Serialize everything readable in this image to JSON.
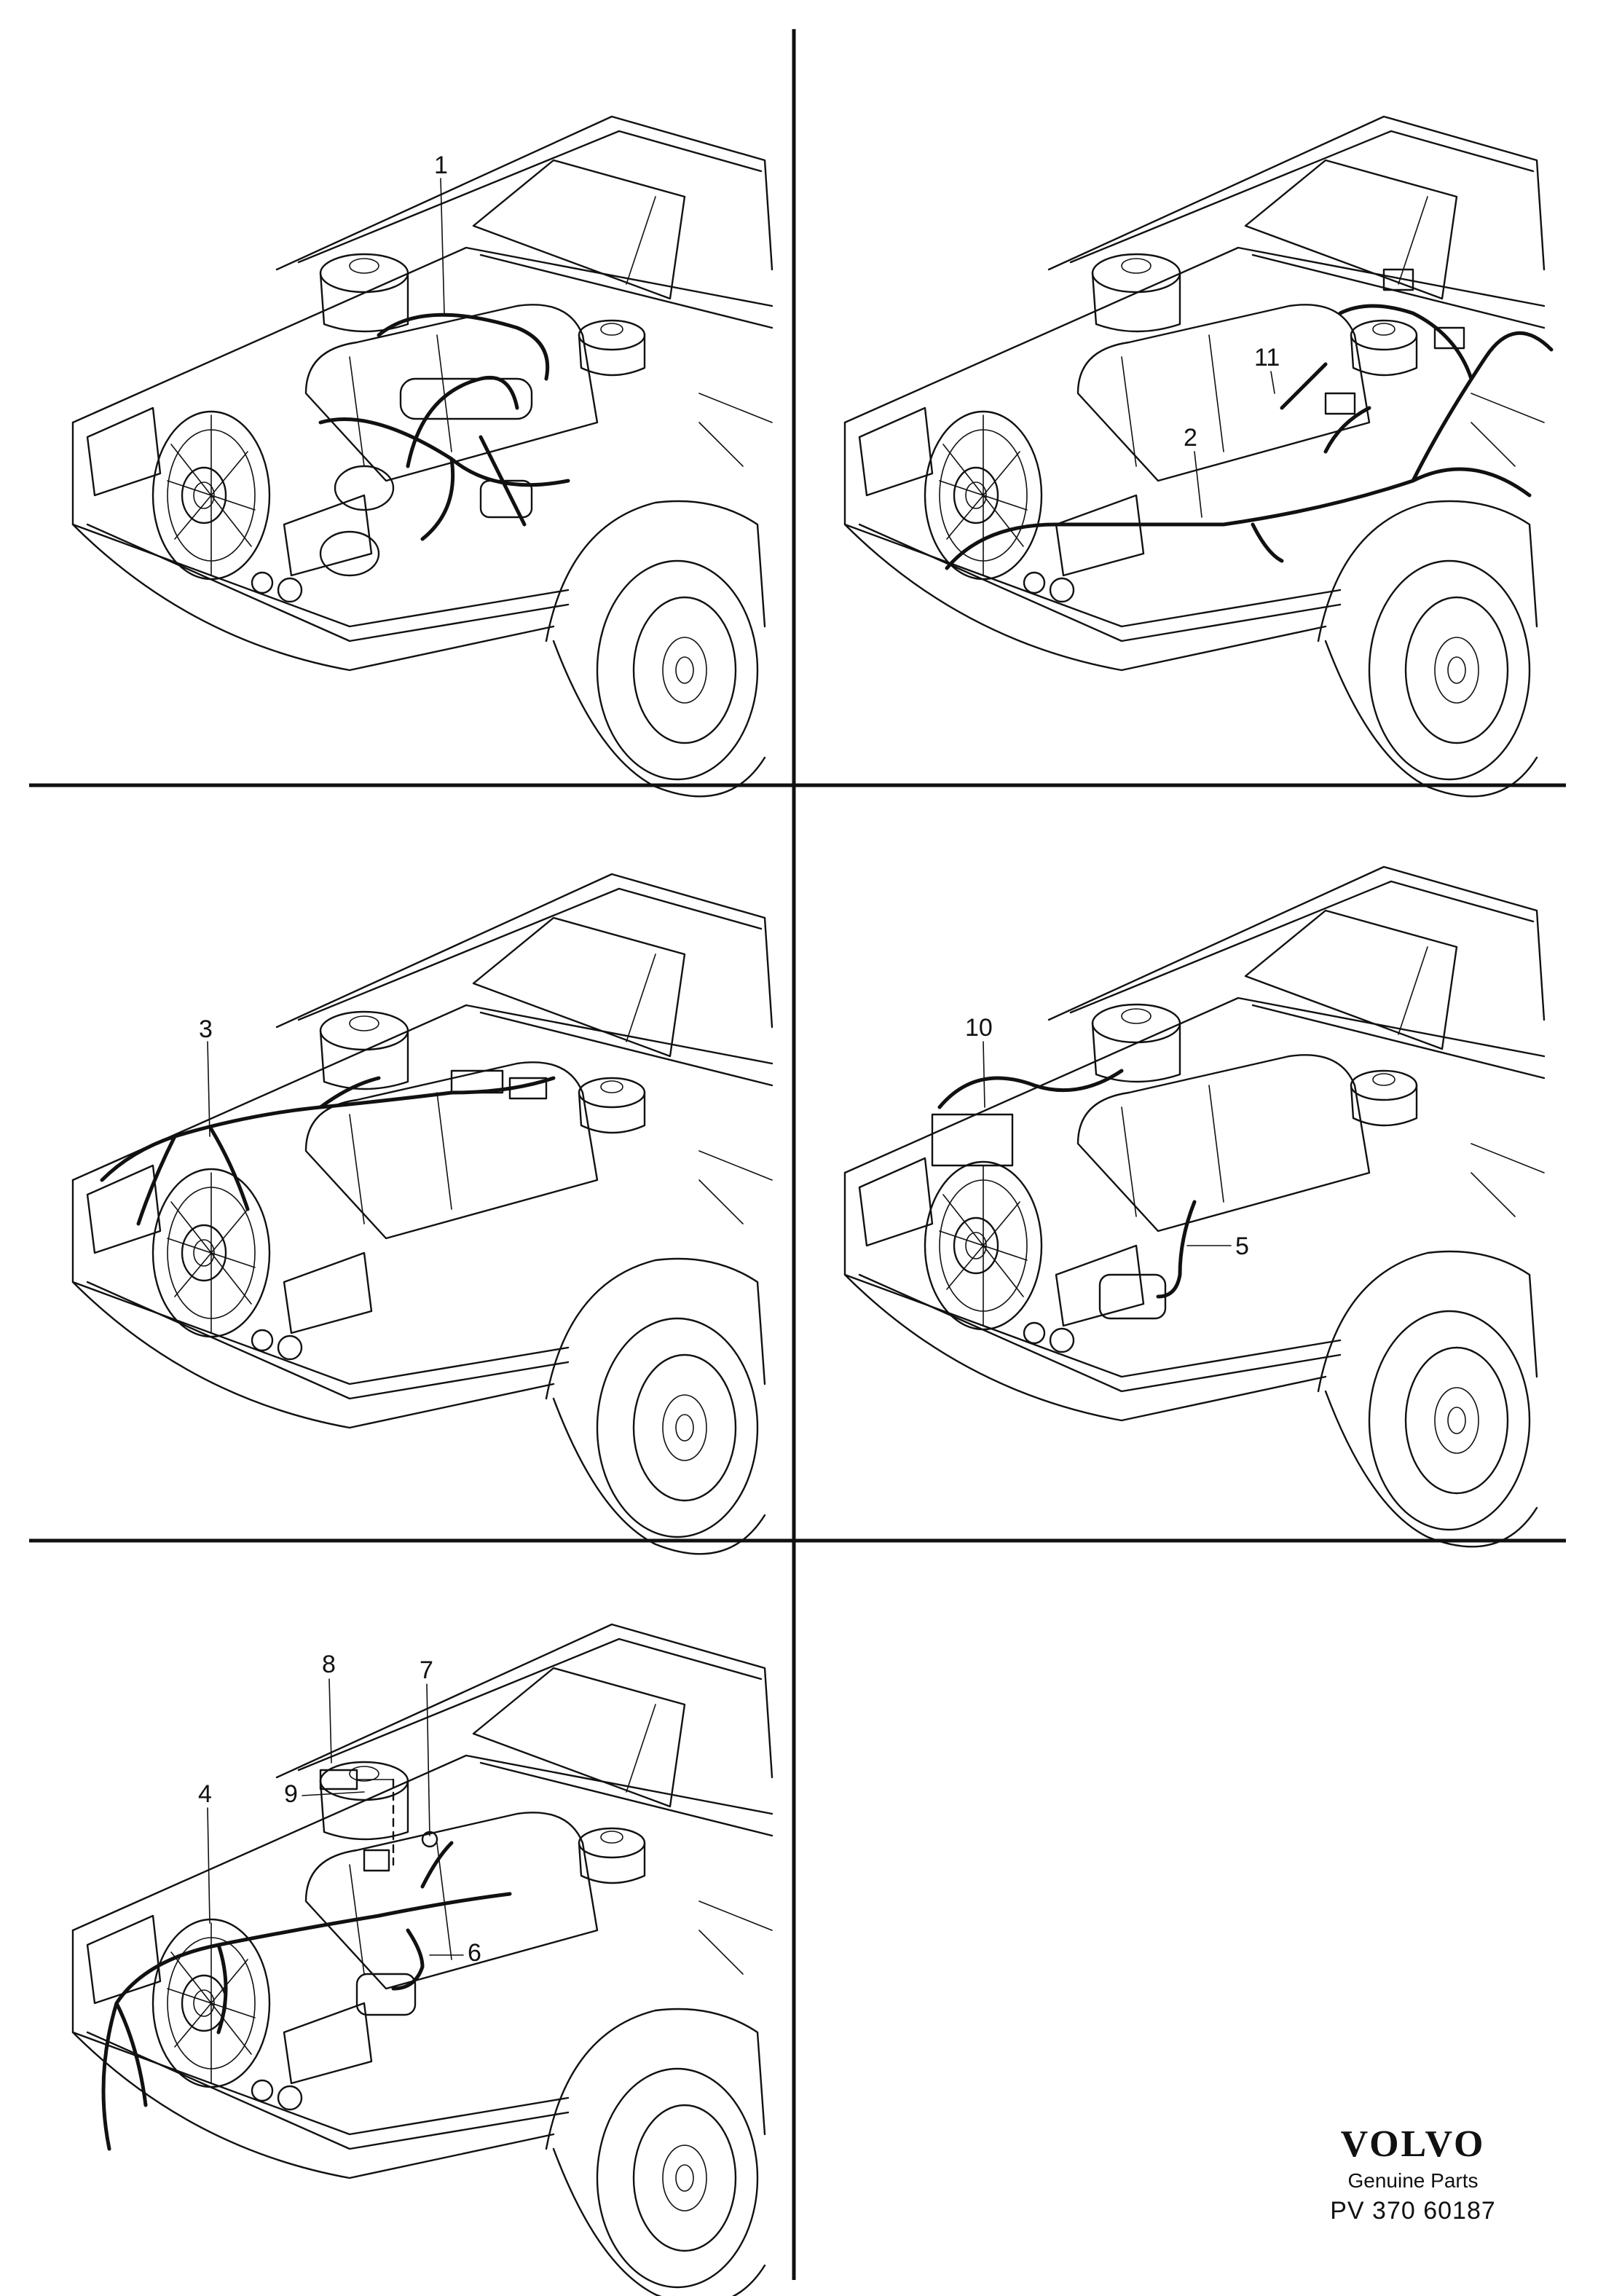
{
  "panels": [
    {
      "id": "engine-harness",
      "callouts": [
        "1"
      ]
    },
    {
      "id": "front-harness",
      "callouts": [
        "2",
        "11"
      ]
    },
    {
      "id": "headlamp-harness",
      "callouts": [
        "3"
      ]
    },
    {
      "id": "battery-starter-cables",
      "callouts": [
        "10",
        "5"
      ]
    },
    {
      "id": "alternator-harness",
      "callouts": [
        "8",
        "7",
        "9",
        "4",
        "6"
      ]
    }
  ],
  "labels": {
    "c1": "1",
    "c2": "2",
    "c3": "3",
    "c4": "4",
    "c5": "5",
    "c6": "6",
    "c7": "7",
    "c8": "8",
    "c9": "9",
    "c10": "10",
    "c11": "11"
  },
  "branding": {
    "logo": "VOLVO",
    "subtitle": "Genuine Parts",
    "code": "PV 370 60187"
  }
}
